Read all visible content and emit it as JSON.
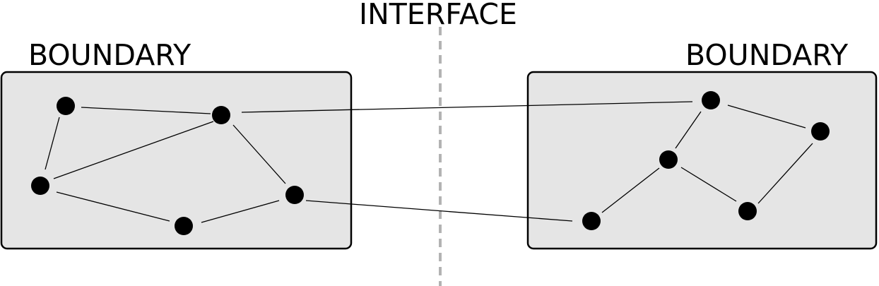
{
  "diagram": {
    "interface_label": "INTERFACE",
    "left_boundary_label": "BOUNDARY",
    "right_boundary_label": "BOUNDARY"
  },
  "colors": {
    "box_fill": "#e5e5e5",
    "box_stroke": "#000000",
    "node": "#000000",
    "edge": "#000000",
    "interface_line": "#b3b3b3"
  }
}
